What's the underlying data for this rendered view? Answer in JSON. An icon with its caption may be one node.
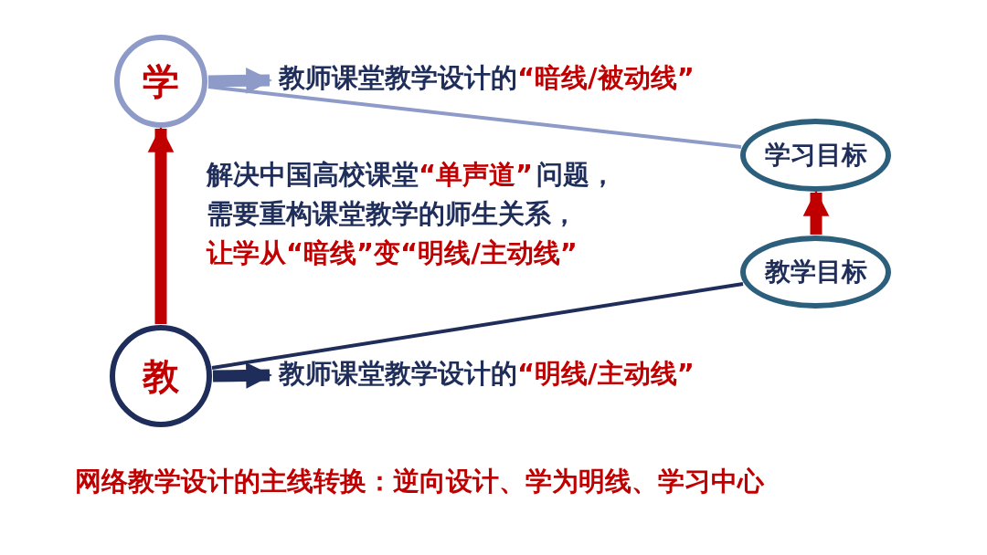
{
  "diagram": {
    "nodes": [
      {
        "text": [
          "学"
        ]
      },
      {
        "text": [
          "教师课堂教学设计的",
          "“暗线/被动线”"
        ]
      },
      {
        "text": [
          "学习目标"
        ]
      },
      {
        "text": [
          "教学目标"
        ]
      },
      {
        "text": [
          "教"
        ]
      },
      {
        "text": [
          "教师课堂教学设计的",
          "“明线/主动线”"
        ]
      }
    ],
    "edges": [
      {
        "from": 0,
        "to": 1,
        "arrow": "to",
        "color": "#8e9ac8"
      },
      {
        "from": 4,
        "to": 5,
        "arrow": "to",
        "color": "#1f2d5a"
      },
      {
        "from": 4,
        "to": 0,
        "arrow": "to",
        "color": "#c00000"
      },
      {
        "from": 3,
        "to": 2,
        "arrow": "to",
        "color": "#c00000"
      },
      {
        "from": 0,
        "to": 2,
        "arrow": "none",
        "color": "#8e9ac8"
      },
      {
        "from": 4,
        "to": 3,
        "arrow": "none",
        "color": "#1f2d5a"
      }
    ],
    "labels": [
      "解决中国高校课堂",
      "“单声道”",
      "问题，",
      "需要重构课堂教学的师生关系，",
      "让学从“暗线”变“明线/主动线”",
      "网络教学设计的主线转换：逆向设计、学为明线、学习中心"
    ]
  }
}
